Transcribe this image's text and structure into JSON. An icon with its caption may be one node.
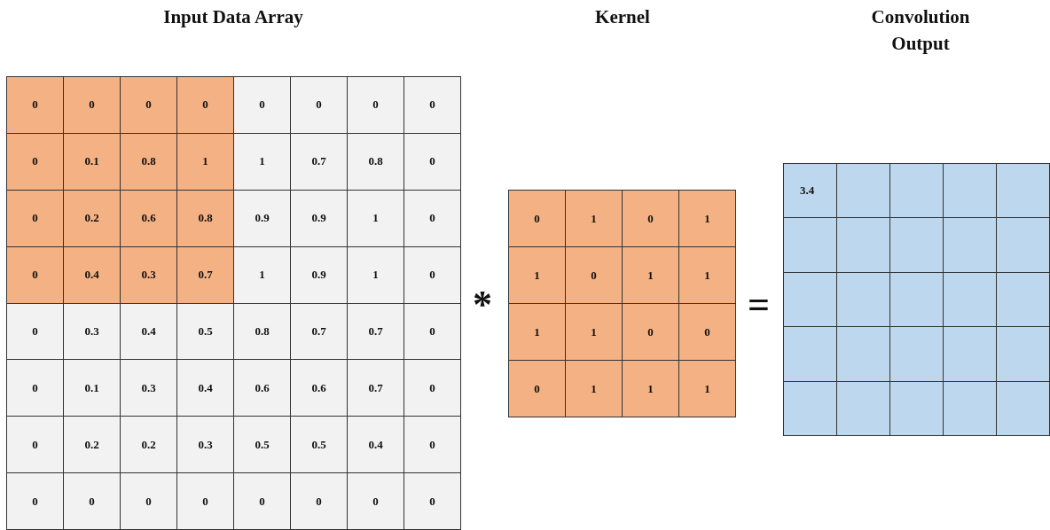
{
  "diagram": {
    "labels": [
      "Input Data Array",
      "Kernel",
      "Convolution Output",
      "0",
      "0",
      "0",
      "0",
      "0",
      "0",
      "0",
      "0",
      "0",
      "0.1",
      "0.8",
      "1",
      "1",
      "0.7",
      "0.8",
      "0",
      "0",
      "0.2",
      "0.6",
      "0.8",
      "0.9",
      "0.9",
      "1",
      "0",
      "0",
      "0.4",
      "0.3",
      "0.7",
      "1",
      "0.9",
      "1",
      "0",
      "0",
      "0.3",
      "0.4",
      "0.5",
      "0.8",
      "0.7",
      "0.7",
      "0",
      "0",
      "0.1",
      "0.3",
      "0.4",
      "0.6",
      "0.6",
      "0.7",
      "0",
      "0",
      "0.2",
      "0.2",
      "0.3",
      "0.5",
      "0.5",
      "0.4",
      "0",
      "0",
      "0",
      "0",
      "0",
      "0",
      "0",
      "0",
      "0",
      "*",
      "0",
      "1",
      "0",
      "1",
      "1",
      "0",
      "1",
      "1",
      "1",
      "1",
      "0",
      "0",
      "0",
      "1",
      "1",
      "1",
      "=",
      "3.4"
    ]
  }
}
